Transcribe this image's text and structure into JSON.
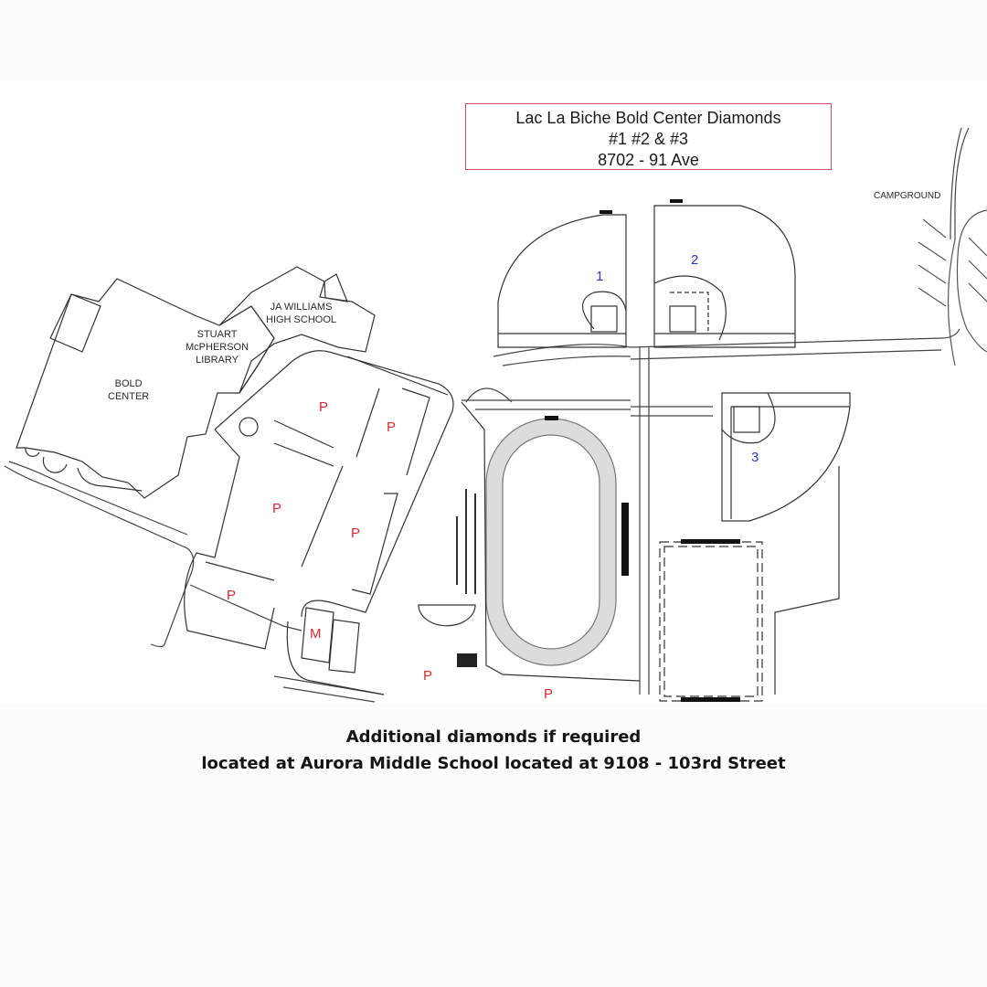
{
  "title_box": {
    "line1": "Lac La Biche Bold Center Diamonds",
    "line2": "#1 #2 & #3",
    "line3": "8702 - 91 Ave",
    "border_color": "#d0505e"
  },
  "map": {
    "buildings": [
      {
        "id": "bold-center",
        "label_line1": "BOLD",
        "label_line2": "CENTER"
      },
      {
        "id": "library",
        "label_line1": "STUART",
        "label_line2": "McPHERSON",
        "label_line3": "LIBRARY"
      },
      {
        "id": "high-school",
        "label_line1": "JA WILLIAMS",
        "label_line2": "HIGH SCHOOL"
      },
      {
        "id": "campground",
        "label_line1": "CAMPGROUND"
      }
    ],
    "diamonds": [
      {
        "number": "1"
      },
      {
        "number": "2"
      },
      {
        "number": "3"
      }
    ],
    "parking_label": "P",
    "maintenance_label": "M",
    "colors": {
      "parking": "#e0282e",
      "diamond_number": "#2b36c8",
      "lines": "#333333"
    }
  },
  "footer": {
    "line1": "Additional diamonds if required",
    "line2": "located at Aurora Middle School located at 9108 - 103rd Street"
  }
}
